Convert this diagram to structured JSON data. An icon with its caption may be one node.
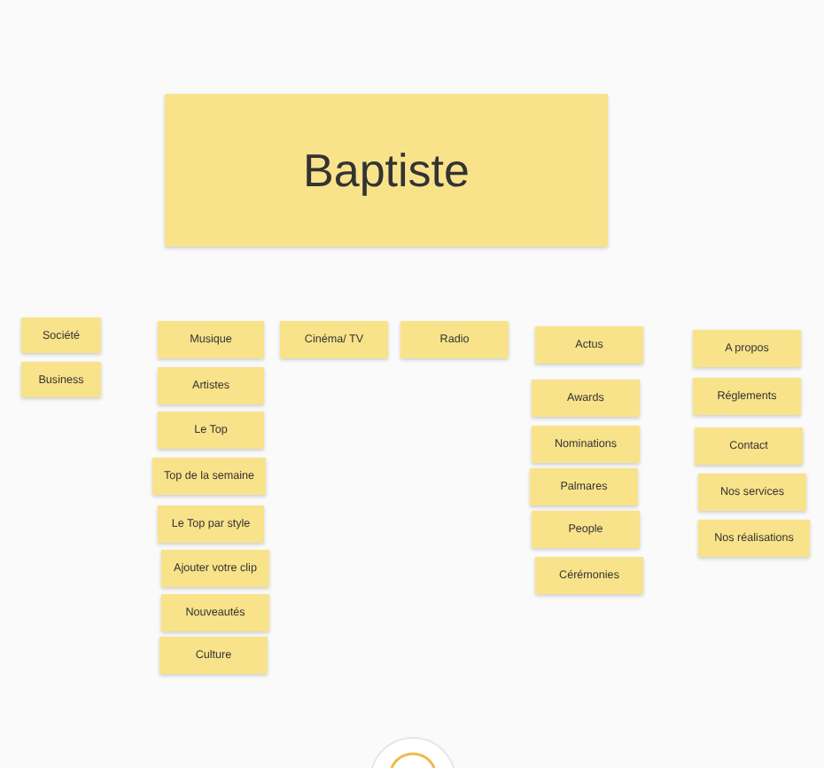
{
  "diagram": {
    "nodes": [
      {
        "text": [
          "Baptiste"
        ]
      },
      {
        "text": [
          "Société"
        ]
      },
      {
        "text": [
          "Business"
        ]
      },
      {
        "text": [
          "Musique"
        ]
      },
      {
        "text": [
          "Artistes"
        ]
      },
      {
        "text": [
          "Le Top"
        ]
      },
      {
        "text": [
          "Top de la semaine"
        ]
      },
      {
        "text": [
          "Le Top par style"
        ]
      },
      {
        "text": [
          "Ajouter votre clip"
        ]
      },
      {
        "text": [
          "Nouveautés"
        ]
      },
      {
        "text": [
          "Culture"
        ]
      },
      {
        "text": [
          "Cinéma/ TV"
        ]
      },
      {
        "text": [
          "Radio"
        ]
      },
      {
        "text": [
          "Actus"
        ]
      },
      {
        "text": [
          "Awards"
        ]
      },
      {
        "text": [
          "Nominations"
        ]
      },
      {
        "text": [
          "Palmares"
        ]
      },
      {
        "text": [
          "People"
        ]
      },
      {
        "text": [
          "Cérémonies"
        ]
      },
      {
        "text": [
          "A propos"
        ]
      },
      {
        "text": [
          "Réglements"
        ]
      },
      {
        "text": [
          "Contact"
        ]
      },
      {
        "text": [
          "Nos services"
        ]
      },
      {
        "text": [
          "Nos réalisations"
        ]
      }
    ]
  }
}
